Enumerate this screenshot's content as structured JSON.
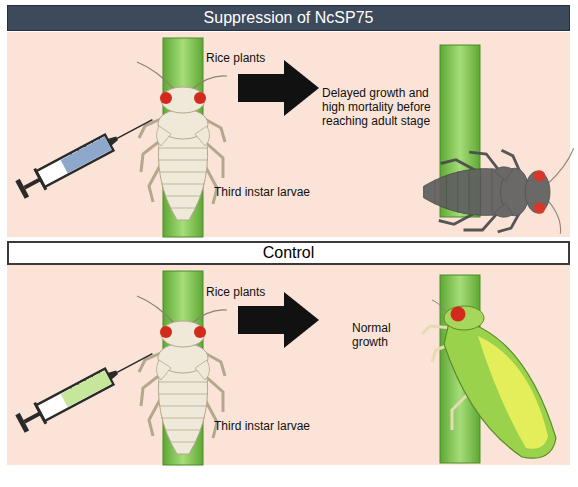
{
  "diagram": {
    "nodes": [
      {
        "text": [
          "Suppression of NcSP75"
        ]
      },
      {
        "text": [
          "Control"
        ]
      }
    ],
    "labels": [
      "Rice plants",
      "Delayed growth and high mortality before reaching adult stage",
      "Third instar larvae",
      "Rice plants",
      "Normal growth",
      "Third instar larvae"
    ]
  }
}
